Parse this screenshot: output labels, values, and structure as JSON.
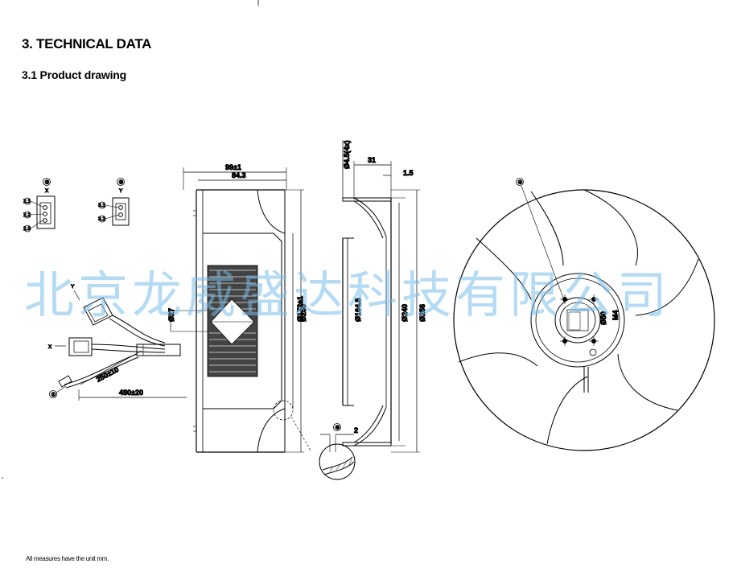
{
  "section_title": "3. TECHNICAL DATA",
  "subsection_title": "3.1 Product drawing",
  "footnote": "All measures have the unit mm.",
  "watermark": "北京龙威盛达科技有限公司",
  "callouts": {
    "c1": "①",
    "c2": "②",
    "c3": "③",
    "c4": "④",
    "c5": "⑤",
    "x": "X",
    "y": "Y",
    "p21": "2.1",
    "p22": "2.2",
    "p23": "2.3",
    "p31": "3.1",
    "p32": "3.2"
  },
  "dimensions": {
    "overall_height": "99±1",
    "inner_height": "84.3",
    "hub_dia": "Ø27",
    "inlet_dia": "Ø172±1",
    "impeller_dia": "Ø250",
    "cable_short": "250±10",
    "cable_long": "480±20",
    "holes": "Ø4.5(4x)",
    "ring_height": "31",
    "ring_thickness": "1.5",
    "ring_inner": "Ø164.5",
    "ring_mid": "Ø240",
    "ring_outer": "Ø256",
    "detail_thickness": "2",
    "bolt_circle": "Ø50",
    "thread": "M4"
  },
  "colors": {
    "line": "#000000",
    "watermark": "#78bee8"
  }
}
